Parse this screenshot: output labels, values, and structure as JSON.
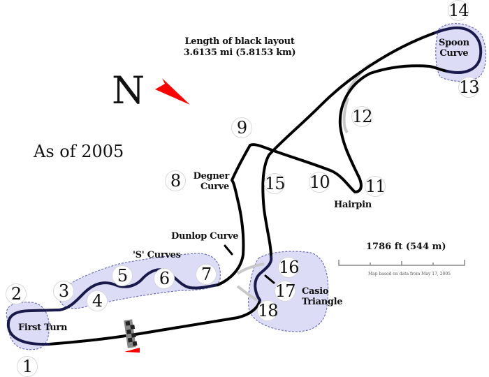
{
  "map": {
    "title_line1": "Length of black layout",
    "title_line2": "3.6135 mi (5.8153 km)",
    "north_label": "N",
    "as_of": "As of 2005",
    "scale": {
      "label": "1786 ft (544 m)",
      "source": "Map based on data from May 17, 2005"
    },
    "colors": {
      "track": "#000000",
      "highlight_track": "#1a1a4a",
      "zone_fill": "#d9d9f5",
      "zone_border": "#6f6fb8",
      "alt_track": "#c8c8c8",
      "north_arrow": "#ff0000",
      "start_flag": "#ff0000"
    },
    "sections": {
      "first_turn": "First Turn",
      "s_curves": "'S' Curves",
      "dunlop": "Dunlop Curve",
      "degner_1": "Degner",
      "degner_2": "Curve",
      "hairpin": "Hairpin",
      "spoon_1": "Spoon",
      "spoon_2": "Curve",
      "casio_1": "Casio",
      "casio_2": "Triangle"
    },
    "turns": [
      "1",
      "2",
      "3",
      "4",
      "5",
      "6",
      "7",
      "8",
      "9",
      "10",
      "11",
      "12",
      "13",
      "14",
      "15",
      "16",
      "17",
      "18"
    ]
  }
}
